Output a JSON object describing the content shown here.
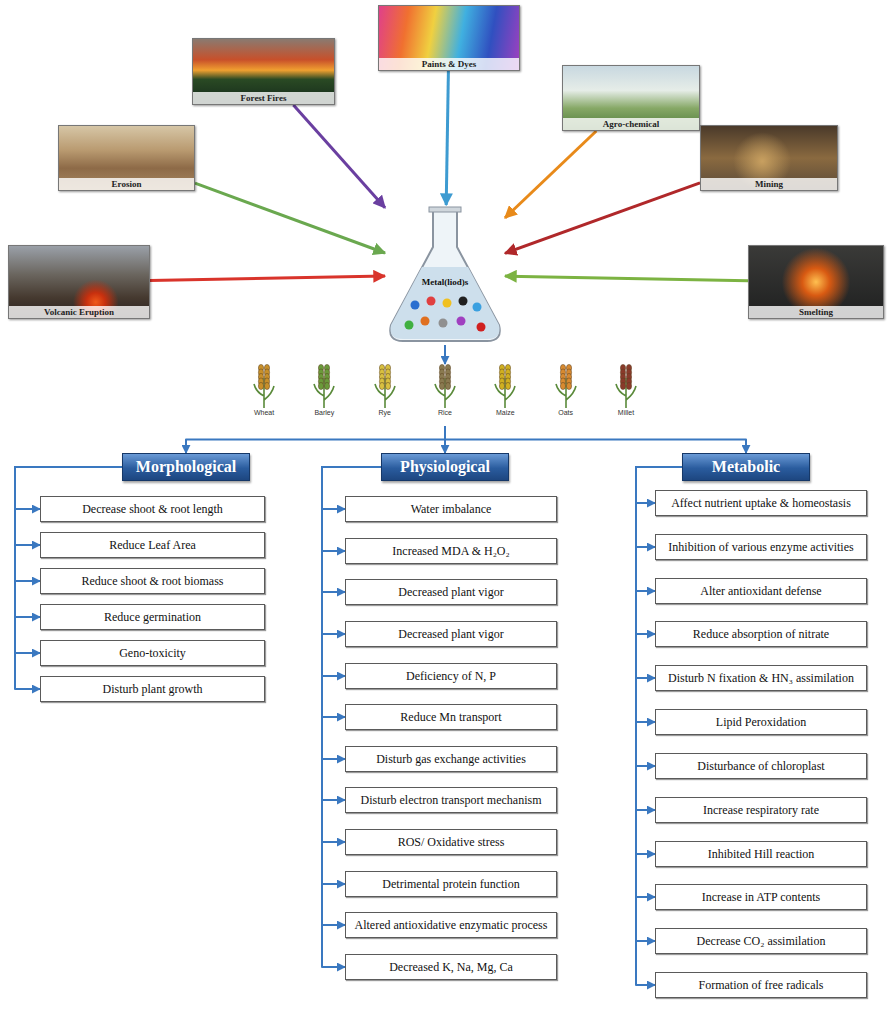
{
  "diagram": {
    "nodes": [
      {
        "text": [
          "Volcanic Eruption"
        ]
      },
      {
        "text": [
          "Erosion"
        ]
      },
      {
        "text": [
          "Forest Fires"
        ]
      },
      {
        "text": [
          "Paints & Dyes"
        ]
      },
      {
        "text": [
          "Agro-chemical"
        ]
      },
      {
        "text": [
          "Mining"
        ]
      },
      {
        "text": [
          "Smelting"
        ]
      },
      {
        "text": [
          "Metal(liod)s"
        ]
      },
      {
        "text": [
          "Wheat",
          "Barley",
          "Rye",
          "Rice",
          "Maize",
          "Oats",
          "Millet"
        ]
      },
      {
        "text": [
          "Morphological"
        ]
      },
      {
        "text": [
          "Decrease shoot & root length"
        ]
      },
      {
        "text": [
          "Reduce Leaf Area"
        ]
      },
      {
        "text": [
          "Reduce shoot & root biomass"
        ]
      },
      {
        "text": [
          "Reduce germination"
        ]
      },
      {
        "text": [
          "Geno-toxicity"
        ]
      },
      {
        "text": [
          "Disturb plant growth"
        ]
      },
      {
        "text": [
          "Physiological"
        ]
      },
      {
        "text": [
          "Water imbalance"
        ]
      },
      {
        "text": [
          "Increased MDA & H₂O₂"
        ]
      },
      {
        "text": [
          "Decreased plant vigor"
        ]
      },
      {
        "text": [
          "Decreased plant vigor"
        ]
      },
      {
        "text": [
          "Deficiency of N, P"
        ]
      },
      {
        "text": [
          "Reduce Mn transport"
        ]
      },
      {
        "text": [
          "Disturb gas exchange activities"
        ]
      },
      {
        "text": [
          "Disturb electron transport mechanism"
        ]
      },
      {
        "text": [
          "ROS/ Oxidative stress"
        ]
      },
      {
        "text": [
          "Detrimental protein function"
        ]
      },
      {
        "text": [
          "Altered antioxidative enzymatic process"
        ]
      },
      {
        "text": [
          "Decreased K, Na, Mg, Ca"
        ]
      },
      {
        "text": [
          "Metabolic"
        ]
      },
      {
        "text": [
          "Affect nutrient uptake & homeostasis"
        ]
      },
      {
        "text": [
          "Inhibition of various enzyme activities"
        ]
      },
      {
        "text": [
          "Alter antioxidant defense"
        ]
      },
      {
        "text": [
          "Reduce absorption of nitrate"
        ]
      },
      {
        "text": [
          "Disturb N fixation & HN₃ assimilation"
        ]
      },
      {
        "text": [
          "Lipid Peroxidation"
        ]
      },
      {
        "text": [
          "Disturbance of chloroplast"
        ]
      },
      {
        "text": [
          "Increase respiratory rate"
        ]
      },
      {
        "text": [
          "Inhibited Hill reaction"
        ]
      },
      {
        "text": [
          "Increase in ATP contents"
        ]
      },
      {
        "text": [
          "Decrease CO₂ assimilation"
        ]
      },
      {
        "text": [
          "Formation of free radicals"
        ]
      }
    ],
    "edges": [
      {
        "from": 0,
        "to": 7,
        "arrow": "to"
      },
      {
        "from": 1,
        "to": 7,
        "arrow": "to"
      },
      {
        "from": 2,
        "to": 7,
        "arrow": "to"
      },
      {
        "from": 3,
        "to": 7,
        "arrow": "to"
      },
      {
        "from": 4,
        "to": 7,
        "arrow": "to"
      },
      {
        "from": 5,
        "to": 7,
        "arrow": "to"
      },
      {
        "from": 6,
        "to": 7,
        "arrow": "to"
      },
      {
        "from": 7,
        "to": 8,
        "arrow": "to"
      },
      {
        "from": 8,
        "to": 9,
        "arrow": "to"
      },
      {
        "from": 8,
        "to": 16,
        "arrow": "to"
      },
      {
        "from": 8,
        "to": 29,
        "arrow": "to"
      },
      {
        "from": 9,
        "to": 10,
        "arrow": "to"
      },
      {
        "from": 9,
        "to": 11,
        "arrow": "to"
      },
      {
        "from": 9,
        "to": 12,
        "arrow": "to"
      },
      {
        "from": 9,
        "to": 13,
        "arrow": "to"
      },
      {
        "from": 9,
        "to": 14,
        "arrow": "to"
      },
      {
        "from": 9,
        "to": 15,
        "arrow": "to"
      },
      {
        "from": 16,
        "to": 17,
        "arrow": "to"
      },
      {
        "from": 16,
        "to": 18,
        "arrow": "to"
      },
      {
        "from": 16,
        "to": 19,
        "arrow": "to"
      },
      {
        "from": 16,
        "to": 20,
        "arrow": "to"
      },
      {
        "from": 16,
        "to": 21,
        "arrow": "to"
      },
      {
        "from": 16,
        "to": 22,
        "arrow": "to"
      },
      {
        "from": 16,
        "to": 23,
        "arrow": "to"
      },
      {
        "from": 16,
        "to": 24,
        "arrow": "to"
      },
      {
        "from": 16,
        "to": 25,
        "arrow": "to"
      },
      {
        "from": 16,
        "to": 26,
        "arrow": "to"
      },
      {
        "from": 16,
        "to": 27,
        "arrow": "to"
      },
      {
        "from": 16,
        "to": 28,
        "arrow": "to"
      },
      {
        "from": 29,
        "to": 30,
        "arrow": "to"
      },
      {
        "from": 29,
        "to": 31,
        "arrow": "to"
      },
      {
        "from": 29,
        "to": 32,
        "arrow": "to"
      },
      {
        "from": 29,
        "to": 33,
        "arrow": "to"
      },
      {
        "from": 29,
        "to": 34,
        "arrow": "to"
      },
      {
        "from": 29,
        "to": 35,
        "arrow": "to"
      },
      {
        "from": 29,
        "to": 36,
        "arrow": "to"
      },
      {
        "from": 29,
        "to": 37,
        "arrow": "to"
      },
      {
        "from": 29,
        "to": 38,
        "arrow": "to"
      },
      {
        "from": 29,
        "to": 39,
        "arrow": "to"
      },
      {
        "from": 29,
        "to": 40,
        "arrow": "to"
      },
      {
        "from": 29,
        "to": 41,
        "arrow": "to"
      }
    ]
  }
}
